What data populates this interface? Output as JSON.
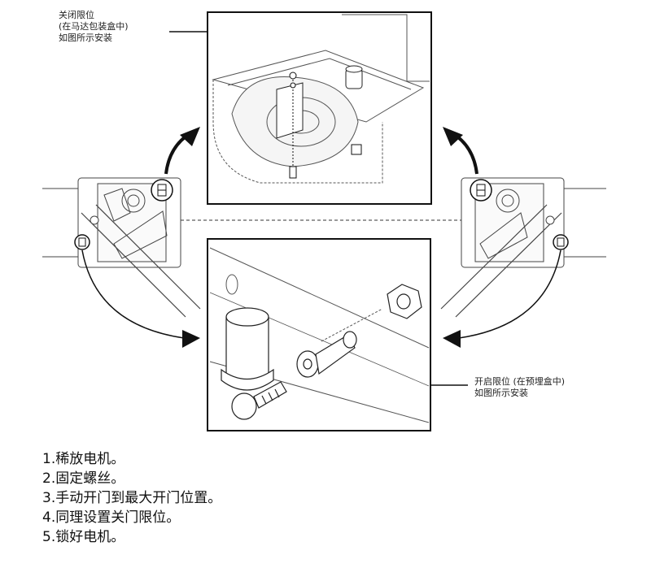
{
  "callouts": {
    "close_limit": [
      "关闭限位",
      "(在马达包装盒中)",
      "如图所示安装"
    ],
    "open_limit": [
      "开启限位  (在预埋盒中)",
      "如图所示安装"
    ]
  },
  "steps": [
    "1.稀放电机。",
    "2.固定螺丝。",
    "3.手动开门到最大开门位置。",
    "4.同理设置关门限位。",
    "5.锁好电机。"
  ],
  "colors": {
    "line": "#111111",
    "light_line": "#888888",
    "fill": "#ffffff",
    "accent": "#000000"
  }
}
